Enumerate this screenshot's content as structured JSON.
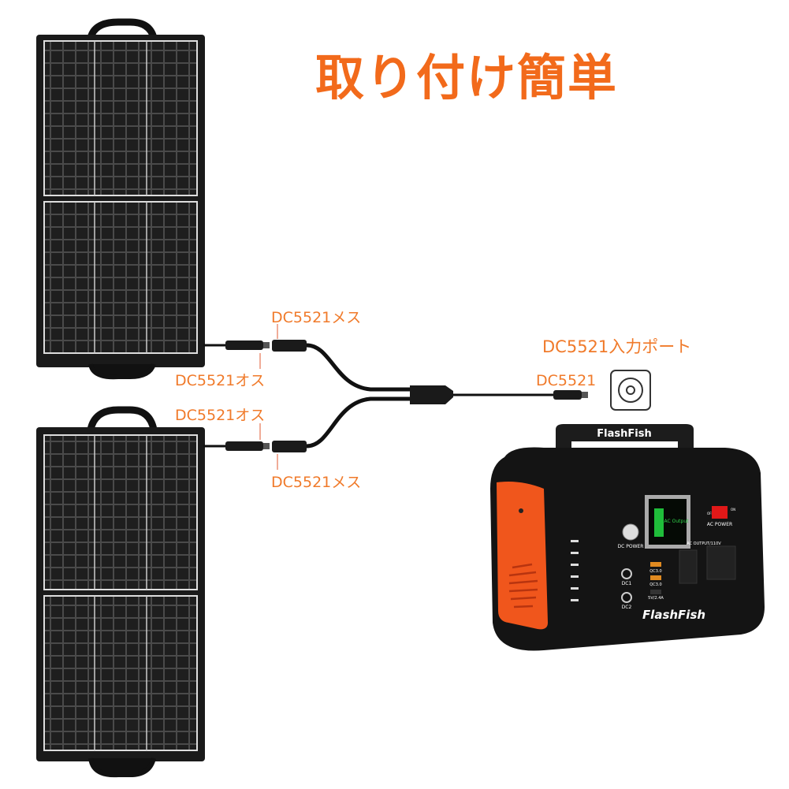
{
  "title": "取り付け簡単",
  "labels": {
    "top_female": "DC5521メス",
    "top_male": "DC5521オス",
    "bottom_male": "DC5521オス",
    "bottom_female": "DC5521メス",
    "input_port": "DC5521入力ポート",
    "plug": "DC5521"
  },
  "product": {
    "brand_handle": "FlashFish",
    "brand_front": "FlashFish",
    "dc_power": "DC POWER",
    "screen": "AC Output",
    "ac_power": "AC POWER",
    "switch_off": "OFF",
    "switch_on": "ON",
    "ac_output": "AC OUTPUT/110V",
    "dc1": "DC1",
    "dc2": "DC2",
    "usb1": "QC3.0",
    "usb2": "QC3.0",
    "usb3": "5V/2.4A"
  },
  "colors": {
    "accent": "#f26a1b",
    "label": "#f07a2a",
    "panel": "#2b2b2b",
    "station_orange": "#f0561c"
  }
}
